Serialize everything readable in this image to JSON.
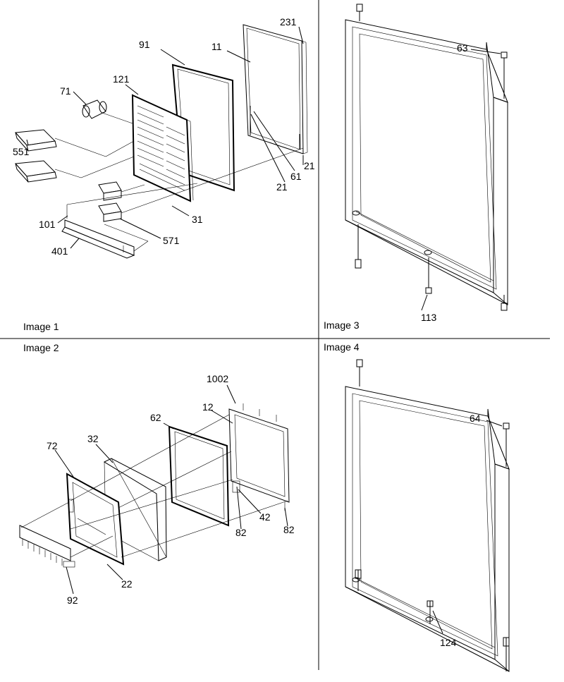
{
  "panels": [
    {
      "id": "image1",
      "caption": "Image 1"
    },
    {
      "id": "image2",
      "caption": "Image 2"
    },
    {
      "id": "image3",
      "caption": "Image 3"
    },
    {
      "id": "image4",
      "caption": "Image 4"
    }
  ],
  "callouts": {
    "image1": [
      "231",
      "91",
      "11",
      "121",
      "71",
      "551",
      "21",
      "61",
      "21",
      "31",
      "101",
      "571",
      "401"
    ],
    "image2": [
      "1002",
      "12",
      "62",
      "72",
      "32",
      "42",
      "82",
      "82",
      "22",
      "92"
    ],
    "image3": [
      "63",
      "113"
    ],
    "image4": [
      "64",
      "124"
    ]
  }
}
